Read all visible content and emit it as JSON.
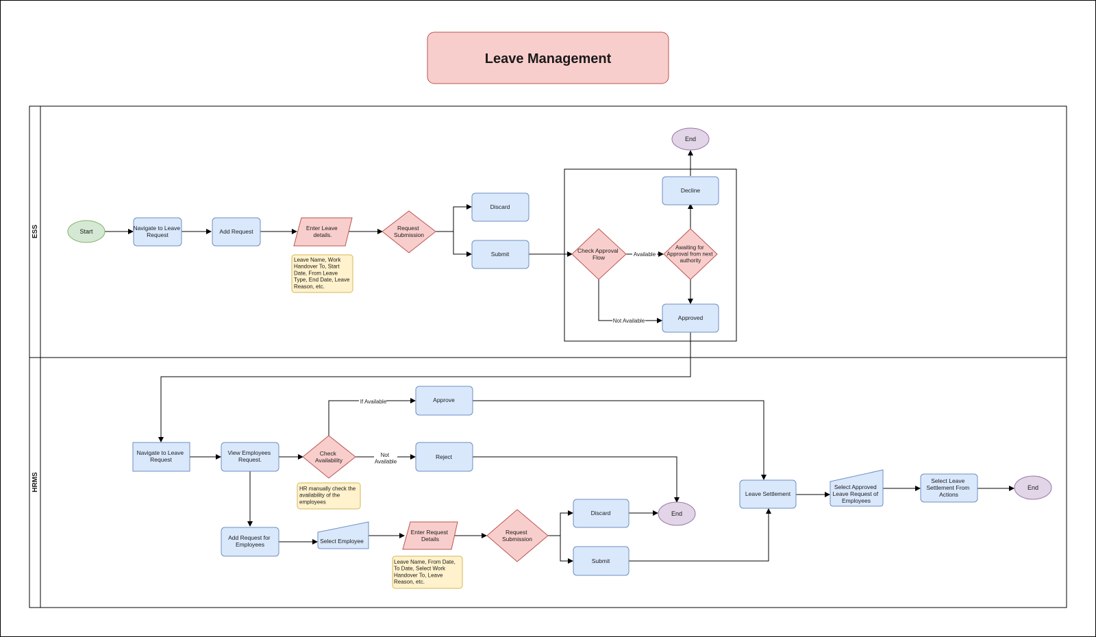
{
  "title": "Leave Management",
  "lanes": {
    "ess": "ESS",
    "hrms": "HRMS"
  },
  "colors": {
    "blue_fill": "#dae8fc",
    "blue_stroke": "#6c8ebf",
    "red_fill": "#f8cecc",
    "red_stroke": "#b85450",
    "green_fill": "#d5e8d4",
    "green_stroke": "#82b366",
    "purple_fill": "#e1d5e7",
    "purple_stroke": "#9673a6",
    "yellow_fill": "#fff2cc",
    "yellow_stroke": "#d6b656"
  },
  "ess": {
    "start": "Start",
    "navigate": [
      "Navigate to Leave",
      "Request"
    ],
    "add_request": "Add Request",
    "enter_details": [
      "Enter Leave",
      "details."
    ],
    "note": [
      "Leave Name, Work",
      "Handover To, Start",
      "Date, From Leave",
      "Type, End Date, Leave",
      "Reason, etc."
    ],
    "request_submission": [
      "Request",
      "Submission"
    ],
    "discard": "Discard",
    "submit": "Submit",
    "check_flow": [
      "Check Approval",
      "Flow"
    ],
    "available": "Available",
    "awaiting": [
      "Awaiting for",
      "Approval from next",
      "authority"
    ],
    "decline": "Decline",
    "end": "End",
    "not_available": "Not Available",
    "approved": "Approved"
  },
  "hrms": {
    "navigate": [
      "Navigate to  Leave",
      "Request"
    ],
    "view_requests": [
      "View Employees",
      "Request."
    ],
    "check_availability": [
      "Check",
      "Availability"
    ],
    "if_available": "If Available",
    "not_available": [
      "Not",
      "Available"
    ],
    "approve": "Approve",
    "reject": "Reject",
    "note_hr": [
      "HR manually check the",
      "availability of the",
      "employees"
    ],
    "add_request": [
      "Add Request for",
      "Employees"
    ],
    "select_employee": "Select Employee",
    "enter_details": [
      "Enter Request",
      "Details"
    ],
    "note": [
      "Leave Name, From Date,",
      "To Date, Select Work",
      "Handover To, Leave",
      "Reason, etc."
    ],
    "request_submission": [
      "Request",
      "Submission"
    ],
    "discard": "Discard",
    "submit": "Submit",
    "end_mid": "End",
    "leave_settlement": "Leave Settlement",
    "select_approved": [
      "Select Approved",
      "Leave Request of",
      "Employees"
    ],
    "select_settlement": [
      "Select Leave",
      "Settlement From",
      "Actions"
    ],
    "end_right": "End"
  }
}
